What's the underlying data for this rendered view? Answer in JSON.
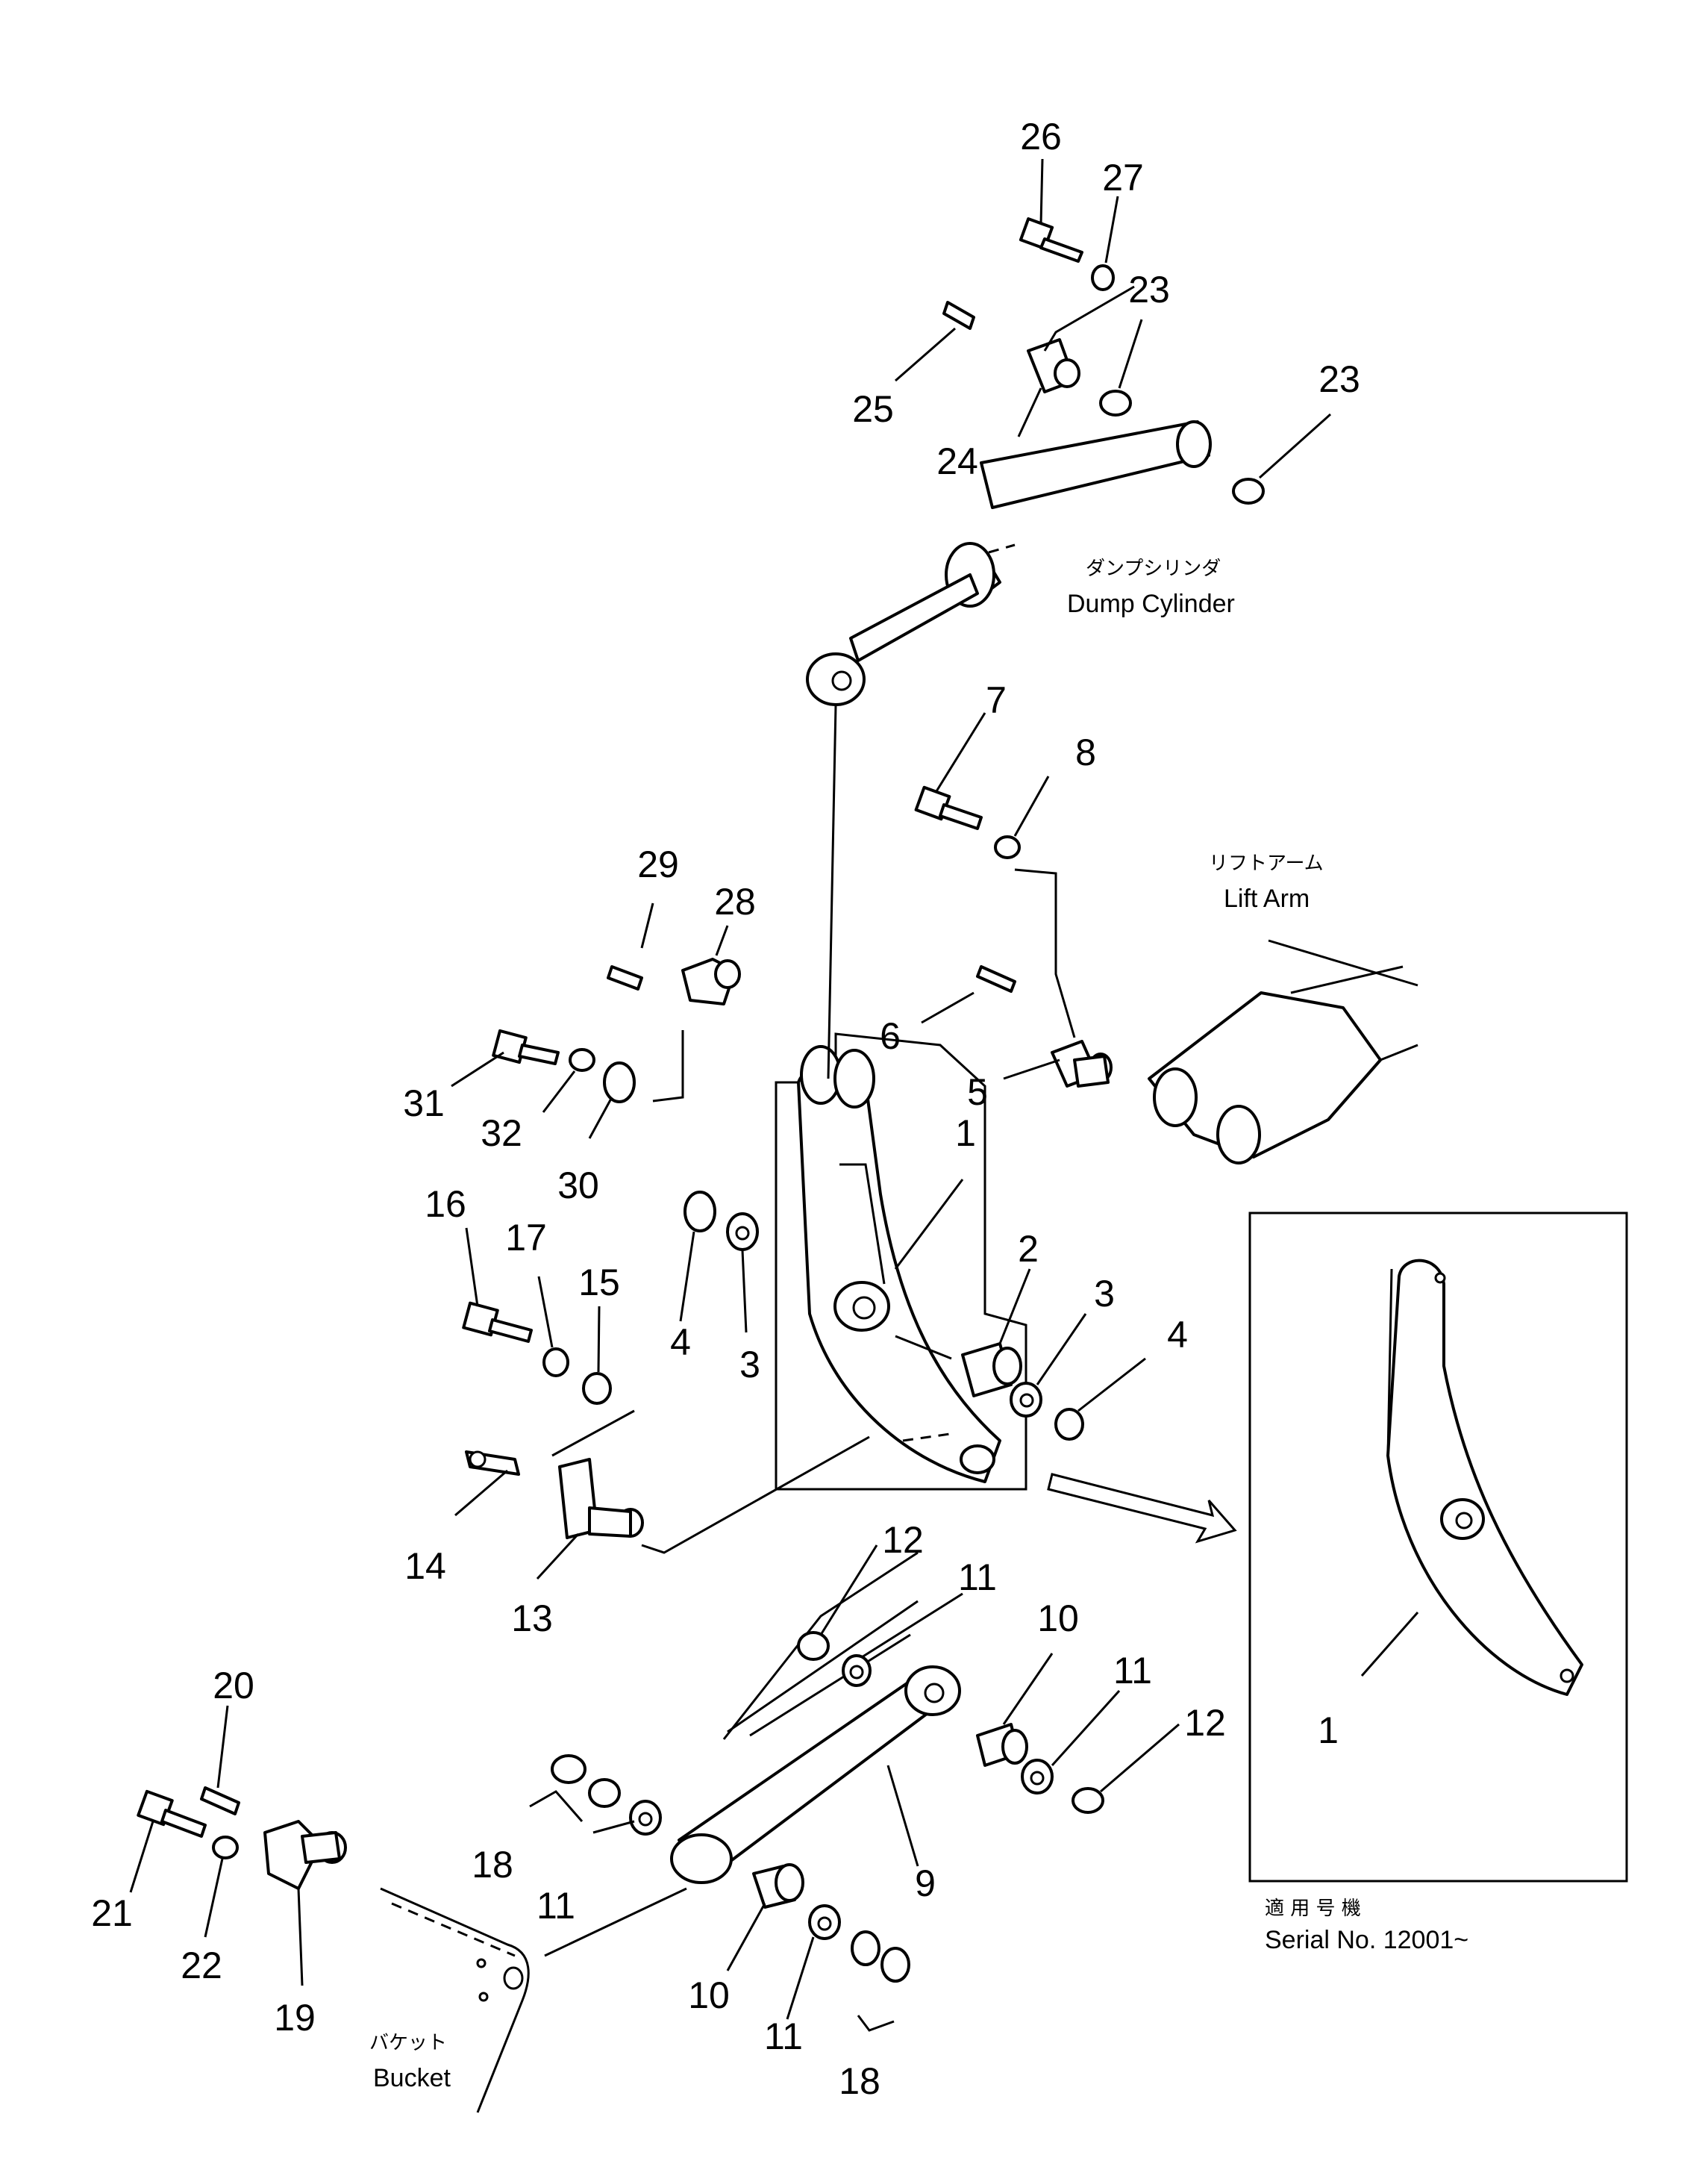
{
  "parts": [
    {
      "num": "26"
    },
    {
      "num": "27"
    },
    {
      "num": "23"
    },
    {
      "num": "25"
    },
    {
      "num": "24"
    },
    {
      "num": "23"
    },
    {
      "num": "7"
    },
    {
      "num": "8"
    },
    {
      "num": "29"
    },
    {
      "num": "28"
    },
    {
      "num": "6"
    },
    {
      "num": "5"
    },
    {
      "num": "31"
    },
    {
      "num": "32"
    },
    {
      "num": "30"
    },
    {
      "num": "1"
    },
    {
      "num": "16"
    },
    {
      "num": "17"
    },
    {
      "num": "15"
    },
    {
      "num": "4"
    },
    {
      "num": "3"
    },
    {
      "num": "2"
    },
    {
      "num": "3"
    },
    {
      "num": "4"
    },
    {
      "num": "14"
    },
    {
      "num": "13"
    },
    {
      "num": "12"
    },
    {
      "num": "11"
    },
    {
      "num": "10"
    },
    {
      "num": "11"
    },
    {
      "num": "12"
    },
    {
      "num": "20"
    },
    {
      "num": "21"
    },
    {
      "num": "22"
    },
    {
      "num": "19"
    },
    {
      "num": "18"
    },
    {
      "num": "11"
    },
    {
      "num": "9"
    },
    {
      "num": "10"
    },
    {
      "num": "11"
    },
    {
      "num": "18"
    },
    {
      "num": "1"
    }
  ],
  "captions": {
    "dump_cylinder_jp": "ダンプシリンダ",
    "dump_cylinder_en": "Dump Cylinder",
    "lift_arm_jp": "リフトアーム",
    "lift_arm_en": "Lift Arm",
    "bucket_jp": "バケット",
    "bucket_en": "Bucket",
    "serial_jp": "適 用 号 機",
    "serial_en": "Serial No. 12001~"
  }
}
